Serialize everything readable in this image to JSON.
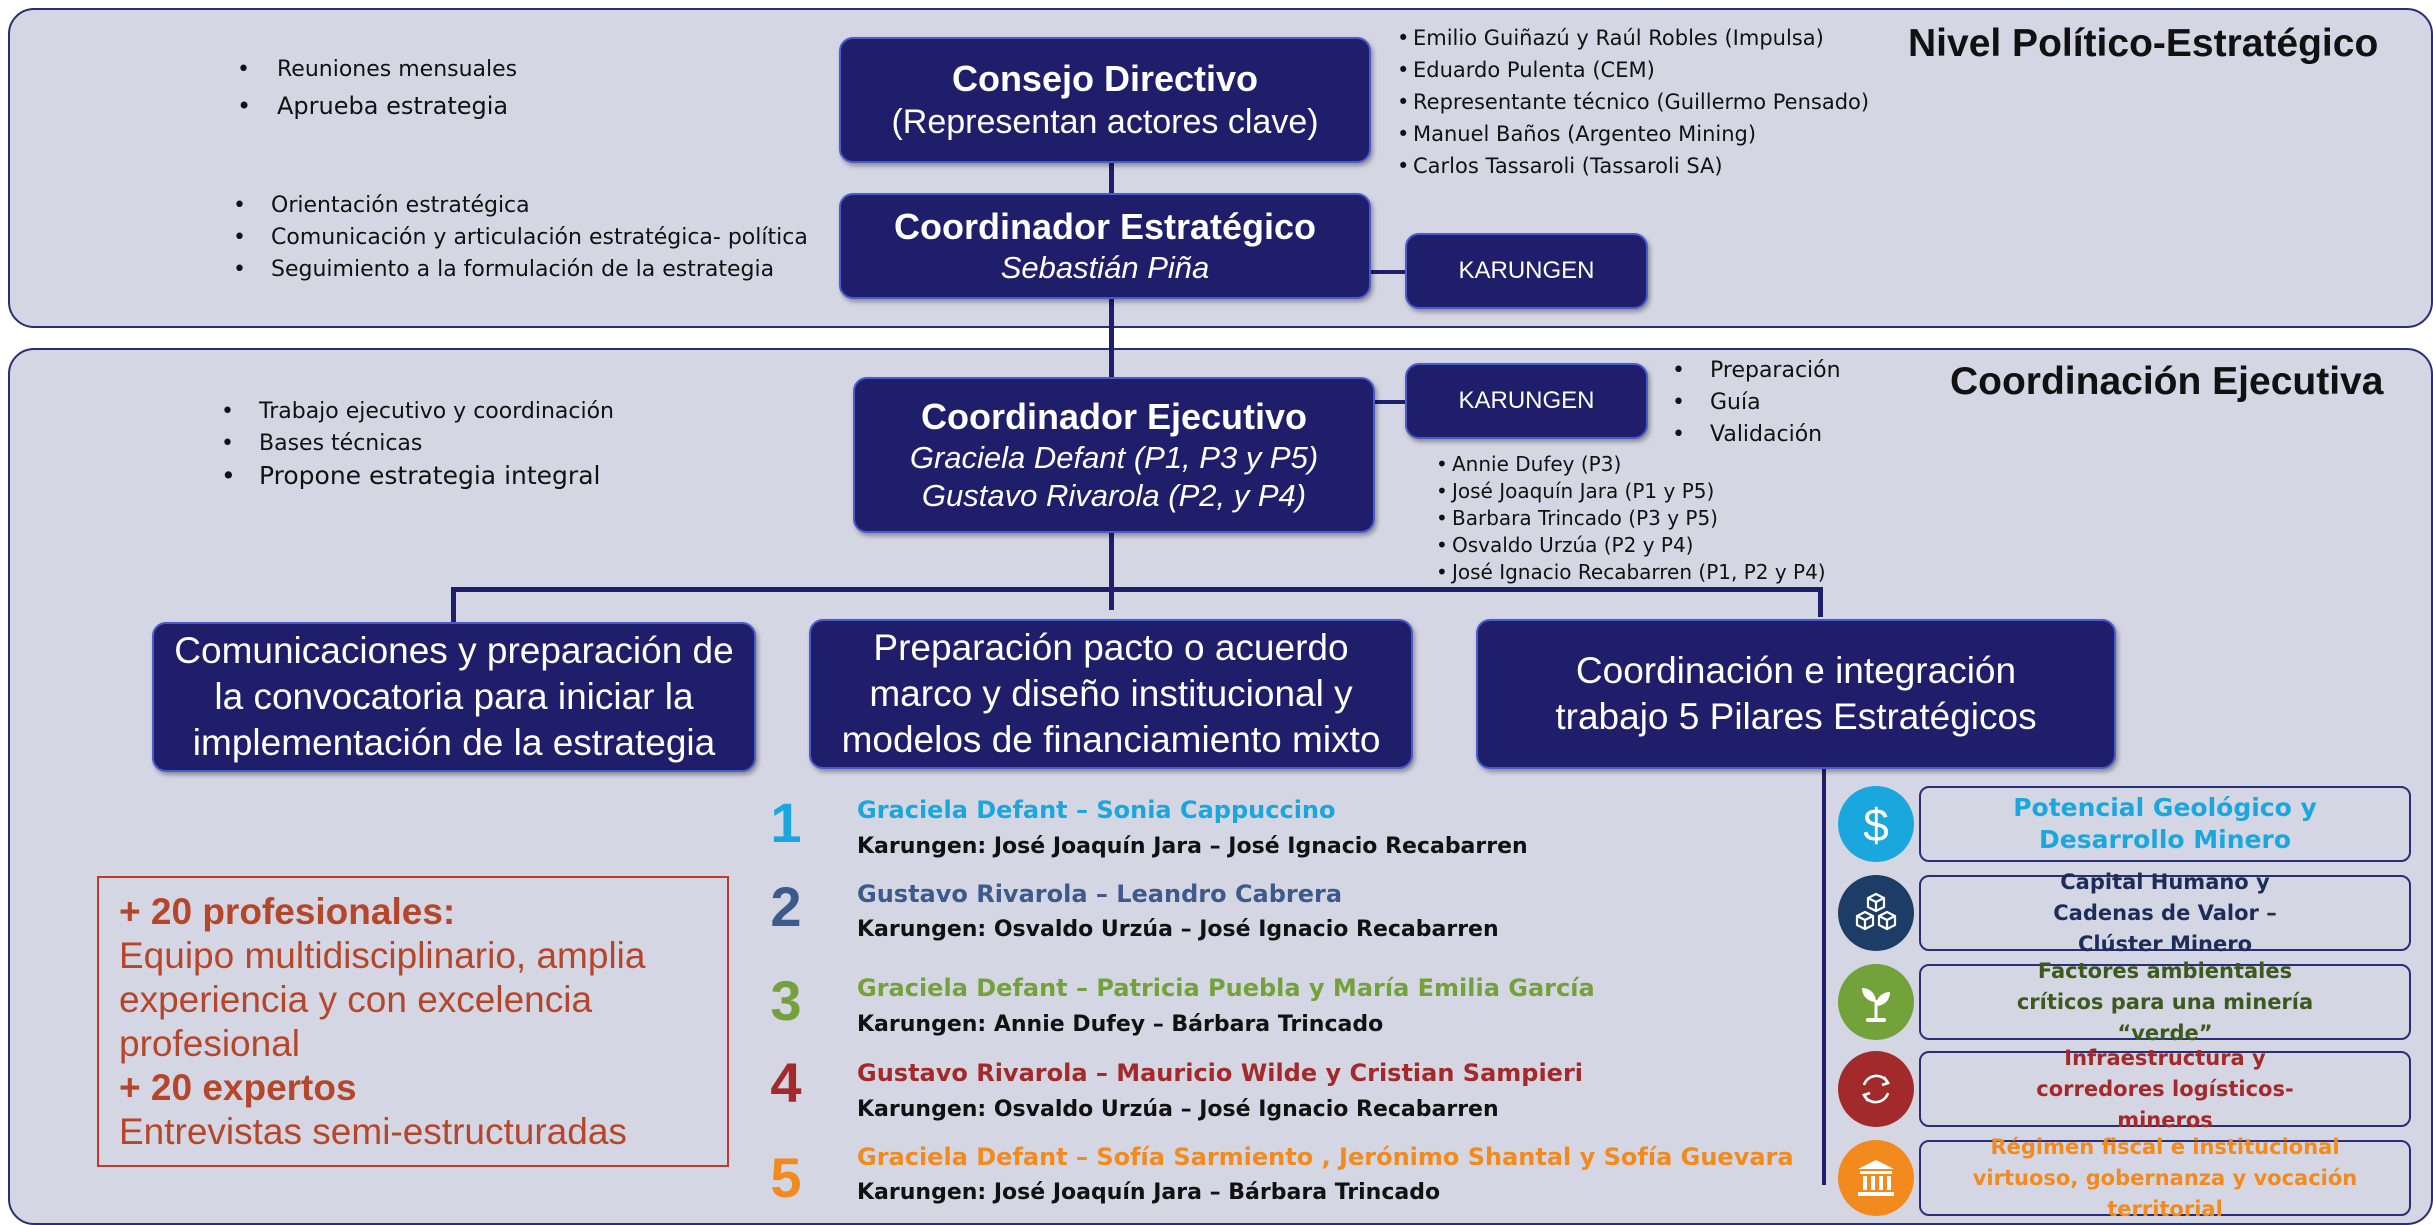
{
  "levels": {
    "top_title": "Nivel Político-Estratégico",
    "exec_title": "Coordinación Ejecutiva"
  },
  "consejo": {
    "title": "Consejo Directivo",
    "subtitle": "(Representan actores clave)",
    "left_bullets": [
      "Reuniones mensuales",
      "Aprueba estrategia"
    ],
    "members": [
      "Emilio Guiñazú y Raúl Robles (Impulsa)",
      "Eduardo Pulenta (CEM)",
      "Representante técnico (Guillermo Pensado)",
      "Manuel Baños (Argenteo Mining)",
      "Carlos Tassaroli (Tassaroli SA)"
    ]
  },
  "coord_estrategico": {
    "title": "Coordinador Estratégico",
    "name": "Sebastián Piña",
    "bullets": [
      "Orientación estratégica",
      "Comunicación y articulación estratégica- política",
      "Seguimiento a la formulación de la estrategia"
    ],
    "karungen_label": "KARUNGEN"
  },
  "coord_ejecutivo": {
    "title": "Coordinador Ejecutivo",
    "name1": "Graciela Defant (P1, P3 y P5)",
    "name2": "Gustavo Rivarola (P2, y P4)",
    "bullets": [
      "Trabajo ejecutivo y coordinación",
      "Bases técnicas",
      "Propone estrategia integral"
    ],
    "karungen_label": "KARUNGEN",
    "karungen_roles": [
      "Preparación",
      "Guía",
      "Validación"
    ],
    "karungen_team": [
      "Annie Dufey (P3)",
      "José Joaquín Jara (P1 y P5)",
      "Barbara Trincado (P3 y P5)",
      "Osvaldo Urzúa (P2 y P4)",
      "José Ignacio Recabarren (P1, P2 y P4)"
    ]
  },
  "workstreams": {
    "comunicaciones": "Comunicaciones y preparación de la convocatoria para  iniciar la implementación de la estrategia",
    "pacto": "Preparación pacto o acuerdo marco y diseño institucional y modelos de financiamiento mixto",
    "coordinacion": "Coordinación e integración trabajo 5 Pilares Estratégicos"
  },
  "pillars": [
    {
      "num": "1",
      "color": "#1aa7dd",
      "leaders": "Graciela Defant – Sonia Cappuccino",
      "karungen": "Karungen: José Joaquín Jara – José Ignacio Recabarren",
      "pill": "Potencial Geológico y Desarrollo Minero",
      "icon": "dollar-icon",
      "icon_color": "#1aa7dd"
    },
    {
      "num": "2",
      "color": "#3c5a8c",
      "leaders": "Gustavo Rivarola – Leandro Cabrera",
      "karungen": "Karungen: Osvaldo Urzúa – José Ignacio Recabarren",
      "pill": "Capital Humano y Cadenas de Valor – Clúster Minero",
      "icon": "cubes-icon",
      "icon_color": "#1d3d66"
    },
    {
      "num": "3",
      "color": "#73a13a",
      "leaders": "Graciela Defant – Patricia Puebla y María Emilia García",
      "karungen": "Karungen: Annie Dufey – Bárbara Trincado",
      "pill": "Factores ambientales críticos para una minería “verde”",
      "icon": "sprout-icon",
      "icon_color": "#73a13a"
    },
    {
      "num": "4",
      "color": "#a32a2a",
      "leaders": "Gustavo Rivarola – Mauricio Wilde y Cristian Sampieri",
      "karungen": "Karungen: Osvaldo Urzúa – José Ignacio Recabarren",
      "pill": "Infraestructura  y corredores logísticos-mineros",
      "icon": "cycle-icon",
      "icon_color": "#a32a2a"
    },
    {
      "num": "5",
      "color": "#f28a1e",
      "leaders": "Graciela Defant – Sofía Sarmiento , Jerónimo Shantal y Sofía Guevara",
      "karungen": "Karungen: José Joaquín Jara – Bárbara Trincado",
      "pill": "Régimen fiscal e institucional virtuoso, gobernanza y vocación territorial",
      "icon": "institution-icon",
      "icon_color": "#f28a1e"
    }
  ],
  "pill_text_colors": [
    "#1aa7dd",
    "#1d2d5a",
    "#3c5a1e",
    "#a32a2a",
    "#f28a1e"
  ],
  "team_box": {
    "professionals_heading": "+ 20 profesionales:",
    "professionals_text": "Equipo multidisciplinario, amplia experiencia y con excelencia profesional",
    "experts_heading": "+ 20 expertos",
    "experts_text": "Entrevistas semi-estructuradas"
  }
}
